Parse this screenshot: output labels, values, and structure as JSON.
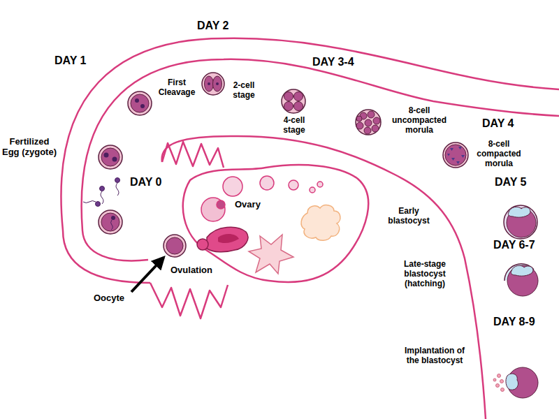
{
  "diagram": {
    "labels": [
      "DAY 1",
      "DAY 2",
      "First Cleavage",
      "2-cell stage",
      "DAY 3-4",
      "4-cell stage",
      "8-cell uncompacted morula",
      "DAY 4",
      "8-cell compacted morula",
      "Fertilized Egg (zygote)",
      "DAY 0",
      "Ovary",
      "DAY 5",
      "Early blastocyst",
      "Ovulation",
      "Oocyte",
      "DAY 6-7",
      "Late-stage blastocyst (hatching)",
      "DAY 8-9",
      "Implantation of the blastocyst"
    ]
  }
}
